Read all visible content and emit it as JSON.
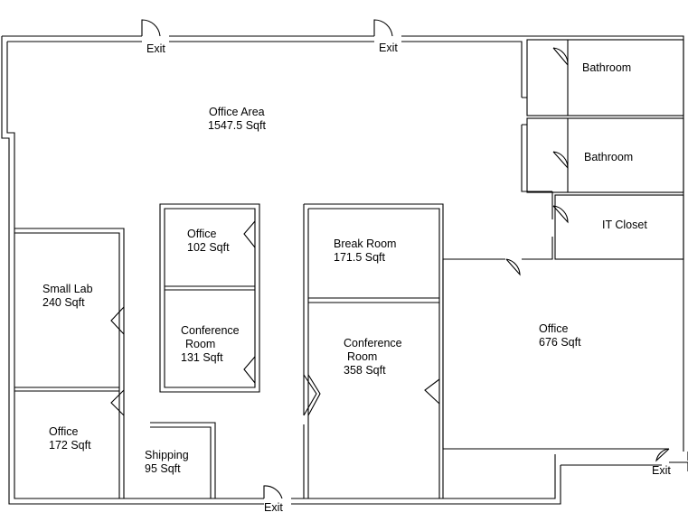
{
  "plan": {
    "rooms": [
      {
        "id": "office-area",
        "name": "Office Area",
        "area": "1547.5 Sqft"
      },
      {
        "id": "bathroom-1",
        "name": "Bathroom",
        "area": ""
      },
      {
        "id": "bathroom-2",
        "name": "Bathroom",
        "area": ""
      },
      {
        "id": "it-closet",
        "name": "IT Closet",
        "area": ""
      },
      {
        "id": "office-102",
        "name": "Office",
        "area": "102 Sqft"
      },
      {
        "id": "conference-131",
        "name": "Conference",
        "name2": "Room",
        "area": "131 Sqft"
      },
      {
        "id": "break-room",
        "name": "Break Room",
        "area": "171.5 Sqft"
      },
      {
        "id": "small-lab",
        "name": "Small Lab",
        "area": "240 Sqft"
      },
      {
        "id": "conference-358",
        "name": "Conference",
        "name2": "Room",
        "area": "358 Sqft"
      },
      {
        "id": "office-676",
        "name": "Office",
        "area": "676 Sqft"
      },
      {
        "id": "office-172",
        "name": "Office",
        "area": "172 Sqft"
      },
      {
        "id": "shipping",
        "name": "Shipping",
        "area": "95 Sqft"
      }
    ],
    "exits": [
      "Exit",
      "Exit",
      "Exit",
      "Exit"
    ]
  }
}
